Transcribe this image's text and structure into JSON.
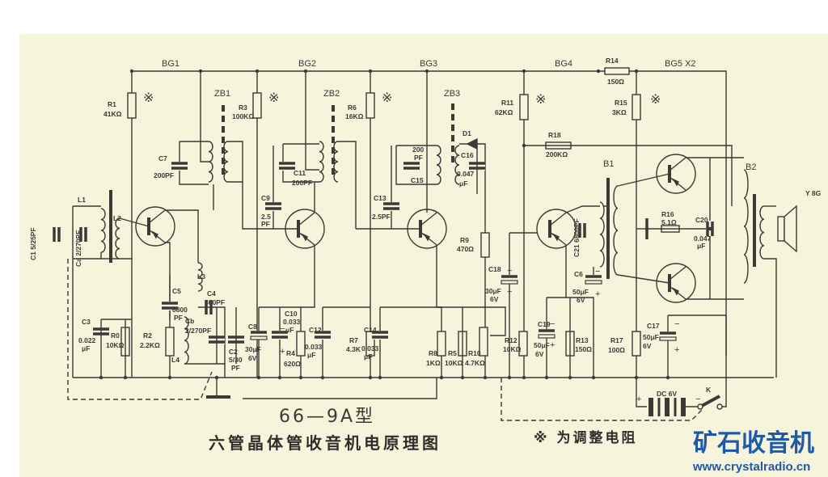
{
  "nets": {
    "BG1": "BG1",
    "BG2": "BG2",
    "BG3": "BG3",
    "BG4": "BG4",
    "BG5": "BG5 X2",
    "ZB1": "ZB1",
    "ZB2": "ZB2",
    "ZB3": "ZB3",
    "B1": "B1",
    "B2": "B2",
    "Y": "Y 8G",
    "D1": "D1",
    "L1": "L1",
    "L2": "L2",
    "L3": "L3",
    "L4": "L4",
    "K": "K",
    "DC": "DC 6V"
  },
  "parts": {
    "R1": [
      "R1",
      "41KΩ"
    ],
    "R3": [
      "R3",
      "100KΩ"
    ],
    "R6": [
      "R6",
      "16KΩ"
    ],
    "R11": [
      "R11",
      "62KΩ"
    ],
    "R14": [
      "R14",
      "150Ω"
    ],
    "R15": [
      "R15",
      "3KΩ"
    ],
    "R18": [
      "R18",
      "200KΩ"
    ],
    "R0": [
      "R0",
      "10KΩ"
    ],
    "R2": [
      "R2",
      "2.2KΩ"
    ],
    "R4": [
      "R4",
      "620Ω"
    ],
    "R7": [
      "R7",
      "4.3K"
    ],
    "R8": [
      "R8",
      "1KΩ"
    ],
    "R5": [
      "R5",
      "10KΩ"
    ],
    "R10": [
      "R10",
      "4.7KΩ"
    ],
    "R9": [
      "R9",
      "470Ω"
    ],
    "R12": [
      "R12",
      "10KΩ"
    ],
    "R13": [
      "R13",
      "150Ω"
    ],
    "R16": [
      "R16",
      "5.1Ω"
    ],
    "R17": [
      "R17",
      "100Ω"
    ],
    "C1": [
      "C1",
      "5/25PF"
    ],
    "Ca": [
      "Ca",
      "2/270PF"
    ],
    "Cb": [
      "Cb",
      "2/270PF"
    ],
    "C2": [
      "C2",
      "5/30",
      "PF"
    ],
    "C3": [
      "C3",
      "0.022",
      "μF"
    ],
    "C4": [
      "C4",
      "300PF"
    ],
    "C5": [
      "C5",
      "6800",
      "PF"
    ],
    "C6": [
      "C6",
      "50μF",
      "6V"
    ],
    "C7": [
      "C7",
      "200PF"
    ],
    "C8": [
      "C8",
      "30μF",
      "6V"
    ],
    "C9": [
      "C9",
      "2.5",
      "PF"
    ],
    "C10": [
      "C10",
      "0.033",
      "μF"
    ],
    "C11": [
      "C11",
      "200PF"
    ],
    "C12": [
      "C12",
      "0.033",
      "μF"
    ],
    "C13": [
      "C13",
      "2.5PF"
    ],
    "C14": [
      "C14",
      "0.033",
      "μF"
    ],
    "C15": [
      "C15",
      "200",
      "PF"
    ],
    "C16": [
      "C16",
      "0.047",
      "μF"
    ],
    "C17": [
      "C17",
      "50μF",
      "6V"
    ],
    "C18": [
      "C18",
      "30μF",
      "6V"
    ],
    "C19": [
      "C19",
      "50μF",
      "6V"
    ],
    "C20": [
      "C20",
      "0.047",
      "μF"
    ],
    "C21": [
      "C21",
      "6800PF"
    ]
  },
  "marks": {
    "adjust": "※",
    "plus": "+",
    "minus": "−"
  },
  "title": {
    "model": "66—9A型",
    "name": "六管晶体管收音机电原理图",
    "note": "※ 为调整电阻"
  },
  "watermark": {
    "name": "矿石收音机",
    "url": "www.crystalradio.cn"
  },
  "colors": {
    "ink": "#3a3a36",
    "paper": "#f7f4dc",
    "watermark": "#1f5aa8"
  }
}
